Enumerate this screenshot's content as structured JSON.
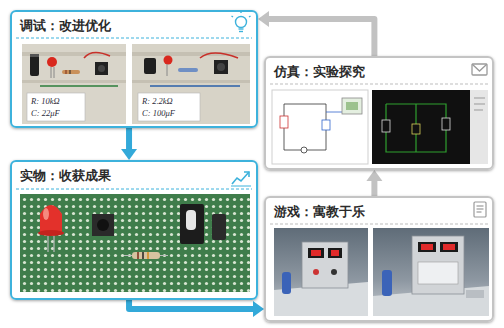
{
  "diagram": {
    "nodes": [
      {
        "text": [
          "调试：改进优化"
        ]
      },
      {
        "text": [
          "仿真：实验探究"
        ]
      },
      {
        "text": [
          "实物：收获成果"
        ]
      },
      {
        "text": [
          "游戏：寓教于乐"
        ]
      }
    ],
    "edges": [
      {
        "from": 0,
        "to": 2,
        "arrow": "to"
      },
      {
        "from": 2,
        "to": 3,
        "arrow": "to"
      },
      {
        "from": 3,
        "to": 1,
        "arrow": "to"
      },
      {
        "from": 1,
        "to": 0,
        "arrow": "to"
      }
    ],
    "labels": [
      "R: 10kΩ",
      "C: 22μF",
      "R: 2.2kΩ",
      "C: 100μF"
    ]
  }
}
